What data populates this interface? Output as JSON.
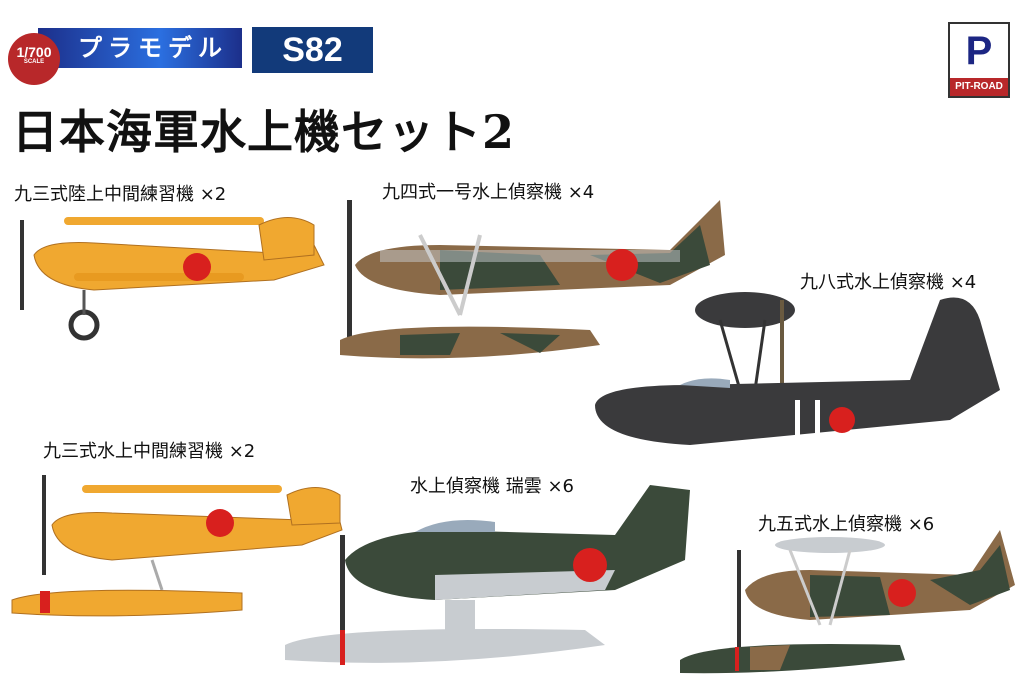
{
  "header": {
    "scale": "1/700",
    "scale_sub": "SCALE",
    "kit_type": "プラモデル",
    "kit_number": "S82",
    "brand_logo_text": "PIT-ROAD",
    "title": "日本海軍水上機セット2"
  },
  "aircraft": [
    {
      "label": "九三式陸上中間練習機 ×2",
      "scheme": "orange"
    },
    {
      "label": "九四式一号水上偵察機 ×4",
      "scheme": "camouflage"
    },
    {
      "label": "九八式水上偵察機 ×4",
      "scheme": "dark-grey"
    },
    {
      "label": "九三式水上中間練習機 ×2",
      "scheme": "orange"
    },
    {
      "label": "水上偵察機 瑞雲 ×6",
      "scheme": "green-grey"
    },
    {
      "label": "九五式水上偵察機 ×6",
      "scheme": "camouflage"
    }
  ],
  "colors": {
    "hinomaru": "#d8201e",
    "orange": "#f0a830",
    "green": "#3b4a3a",
    "brown": "#8a6a48",
    "grey": "#c8ccd0",
    "dark": "#3a3a3c",
    "navy": "#123a7a",
    "red_badge": "#b8282a"
  }
}
